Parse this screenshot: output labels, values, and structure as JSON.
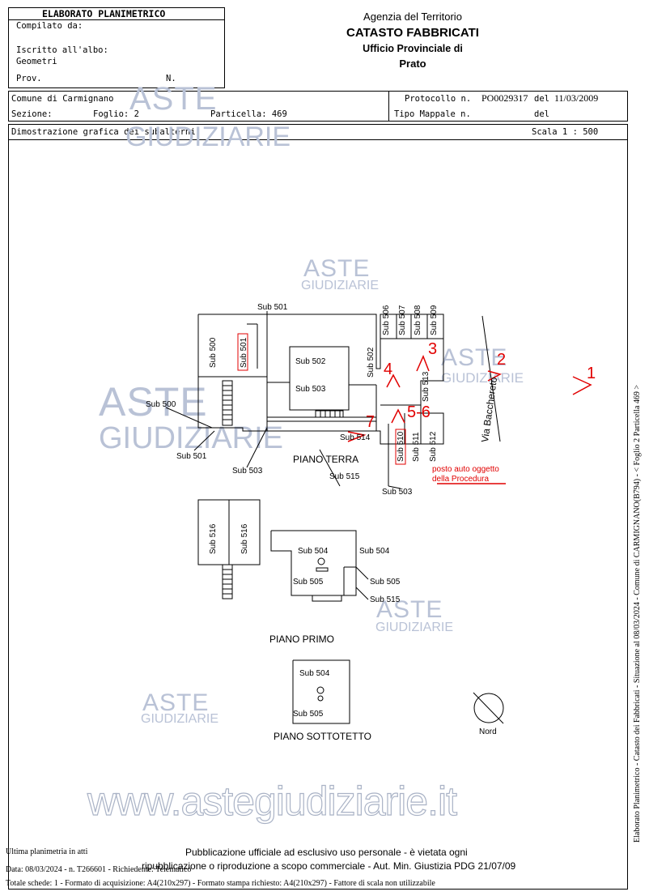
{
  "header": {
    "form_title": "ELABORATO PLANIMETRICO",
    "compilato_da": "Compilato da:",
    "iscritto": "Iscritto all'albo:",
    "geometri": "Geometri",
    "prov": "Prov.",
    "n": "N.",
    "agency_line1": "Agenzia del Territorio",
    "agency_line2": "CATASTO FABBRICATI",
    "agency_line3": "Ufficio Provinciale di",
    "agency_line4": "Prato",
    "comune": "Comune di Carmignano",
    "sezione": "Sezione:",
    "foglio": "Foglio: 2",
    "particella": "Particella: 469",
    "protocollo_label": "Protocollo n.",
    "protocollo_value": "PO0029317",
    "del_label": "del",
    "protocollo_date": "11/03/2009",
    "tipo_mappale": "Tipo Mappale n.",
    "del2": "del",
    "dimostrazione": "Dimostrazione grafica dei subalterni",
    "scala": "Scala 1 : 500"
  },
  "watermarks": {
    "aste": "ASTE",
    "giudiziarie": "GIUDIZIARIE",
    "site": "www.astegiudiziarie.it"
  },
  "plan": {
    "labels": {
      "sub501_top": "Sub 501",
      "sub500_v": "Sub 500",
      "sub501_v": "Sub 501",
      "sub502": "Sub 502",
      "sub503_in": "Sub 503",
      "sub500_diag": "Sub 500",
      "sub501_bottom": "Sub 501",
      "sub503_bottom": "Sub 503",
      "sub502_v": "Sub 502",
      "sub506": "Sub 506",
      "sub507": "Sub 507",
      "sub508": "Sub 508",
      "sub509": "Sub 509",
      "sub513": "Sub 513",
      "sub514": "Sub 514",
      "sub510": "Sub 510",
      "sub511": "Sub 511",
      "sub512": "Sub 512",
      "sub515": "Sub 515",
      "sub503_right": "Sub 503",
      "via": "Via Bacchereto",
      "piano_terra": "PIANO TERRA",
      "sub516a": "Sub 516",
      "sub516b": "Sub 516",
      "sub504_p1": "Sub 504",
      "sub504_p1r": "Sub 504",
      "sub505_p1": "Sub 505",
      "sub505_p1r": "Sub 505",
      "sub515_p1": "Sub 515",
      "piano_primo": "PIANO PRIMO",
      "sub504_st": "Sub 504",
      "sub505_st": "Sub 505",
      "piano_sottotetto": "PIANO SOTTOTETTO",
      "nord": "Nord"
    },
    "red_markers": {
      "m1": "1",
      "m2": "2",
      "m3": "3",
      "m4": "4",
      "m56": "5-6",
      "m7": "7",
      "note_line1": "posto auto oggetto",
      "note_line2": "della Procedura"
    }
  },
  "side_text": "Elaborato Planimetrico - Catasto dei Fabbricati - Situazione al 08/03/2024 - Comune di CARMIGNANO(B794) - < Foglio 2 Particella 469 >",
  "footer": {
    "ultima": "Ultima planimetria in atti",
    "data": "Data: 08/03/2024 - n. T266601 - Richiedente: Telematico",
    "totale": "Totale schede: 1 - Formato di acquisizione: A4(210x297) - Formato stampa richiesto: A4(210x297) - Fattore di scala non utilizzabile",
    "pub_line1": "Pubblicazione ufficiale ad esclusivo uso personale - è vietata ogni",
    "pub_line2": "ripubblicazione o riproduzione a scopo commerciale - Aut. Min. Giustizia PDG 21/07/09"
  },
  "colors": {
    "ink": "#000000",
    "marker_red": "#e10000",
    "watermark": "#b9c2d6"
  }
}
